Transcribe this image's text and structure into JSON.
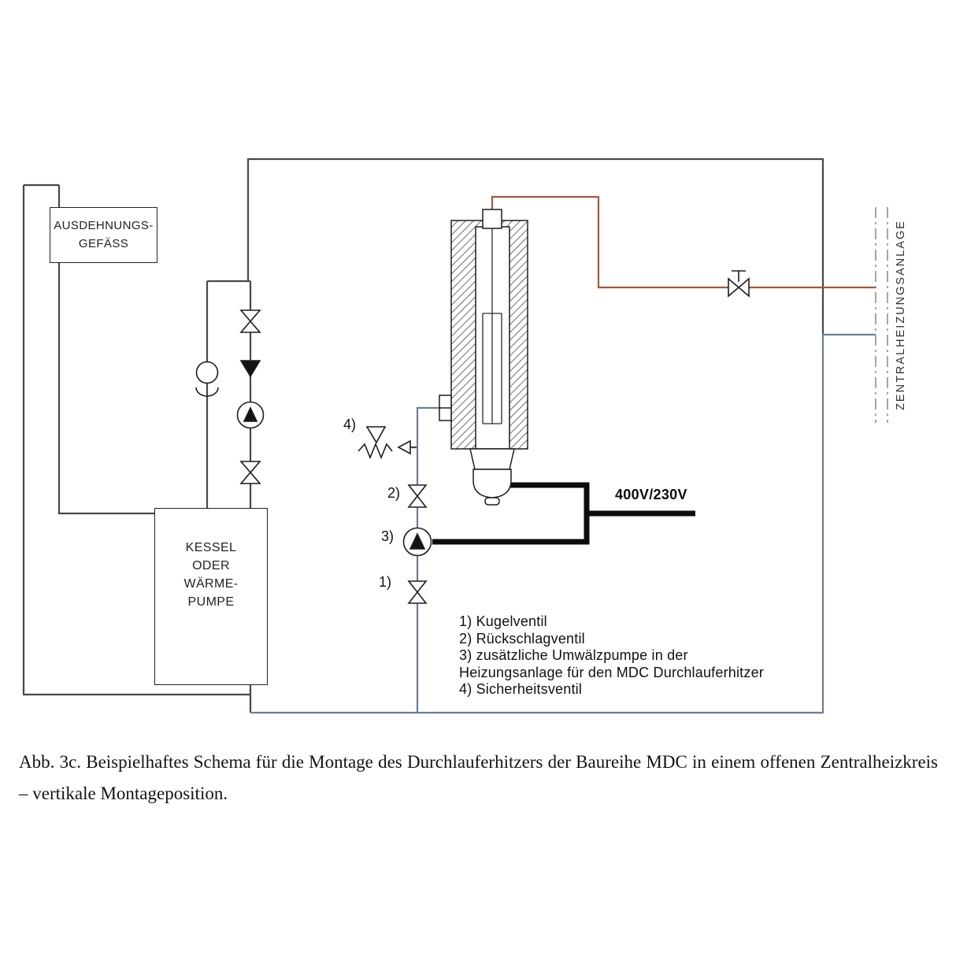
{
  "diagram": {
    "expansion_vessel": {
      "line1": "AUSDEHNUNGS-",
      "line2": "GEFÄSS"
    },
    "boiler": {
      "lines": [
        "KESSEL",
        "ODER",
        "WÄRME-",
        "PUMPE"
      ]
    },
    "central_heating_label": "ZENTRALHEIZUNGSANLAGE",
    "voltage_label": "400V/230V",
    "callouts": {
      "v1": "1)",
      "v2": "2)",
      "v3": "3)",
      "v4": "4)"
    },
    "legend": [
      "1) Kugelventil",
      "2) Rückschlagventil",
      "3) zusätzliche Umwälzpumpe in der",
      "Heizungsanlage für den MDC Durchlauferhitzer",
      "4) Sicherheitsventil"
    ],
    "colors": {
      "pipe": "#47474f",
      "flow_line": "#a6583f",
      "return_line": "#6d7f95"
    }
  },
  "caption": "Abb. 3c. Beispielhaftes Schema für die Montage des Durchlauferhitzers der Baureihe MDC in einem offenen Zentralheizkreis – vertikale Montageposition."
}
